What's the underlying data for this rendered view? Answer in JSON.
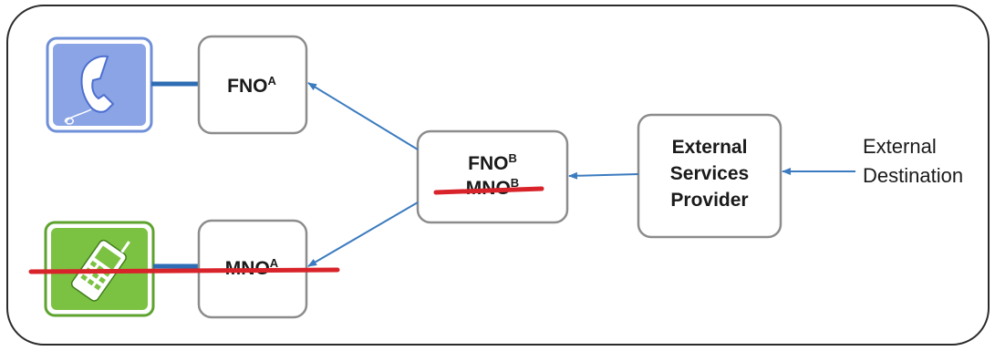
{
  "nodes": {
    "fno_a": {
      "label": "FNO",
      "sup": "A"
    },
    "mno_a": {
      "label": "MNO",
      "sup": "A"
    },
    "fno_mno_b": {
      "line1": "FNO",
      "line1_sup": "B",
      "line2": "MNO",
      "line2_sup": "B"
    },
    "esp": {
      "line1": "External",
      "line2": "Services",
      "line3": "Provider"
    },
    "destination": {
      "line1": "External",
      "line2": "Destination"
    }
  },
  "icons": {
    "phone": {
      "name": "telephone-handset-icon",
      "fill": "#8aa4e6",
      "border": "#6f8fd8"
    },
    "mobile": {
      "name": "mobile-phone-icon",
      "fill": "#7cc242",
      "border": "#5ea32e"
    }
  },
  "colors": {
    "arrow": "#3b7bbf",
    "connector": "#2e6db4",
    "strike": "#d8232a",
    "box_border": "#8c8c8c"
  }
}
